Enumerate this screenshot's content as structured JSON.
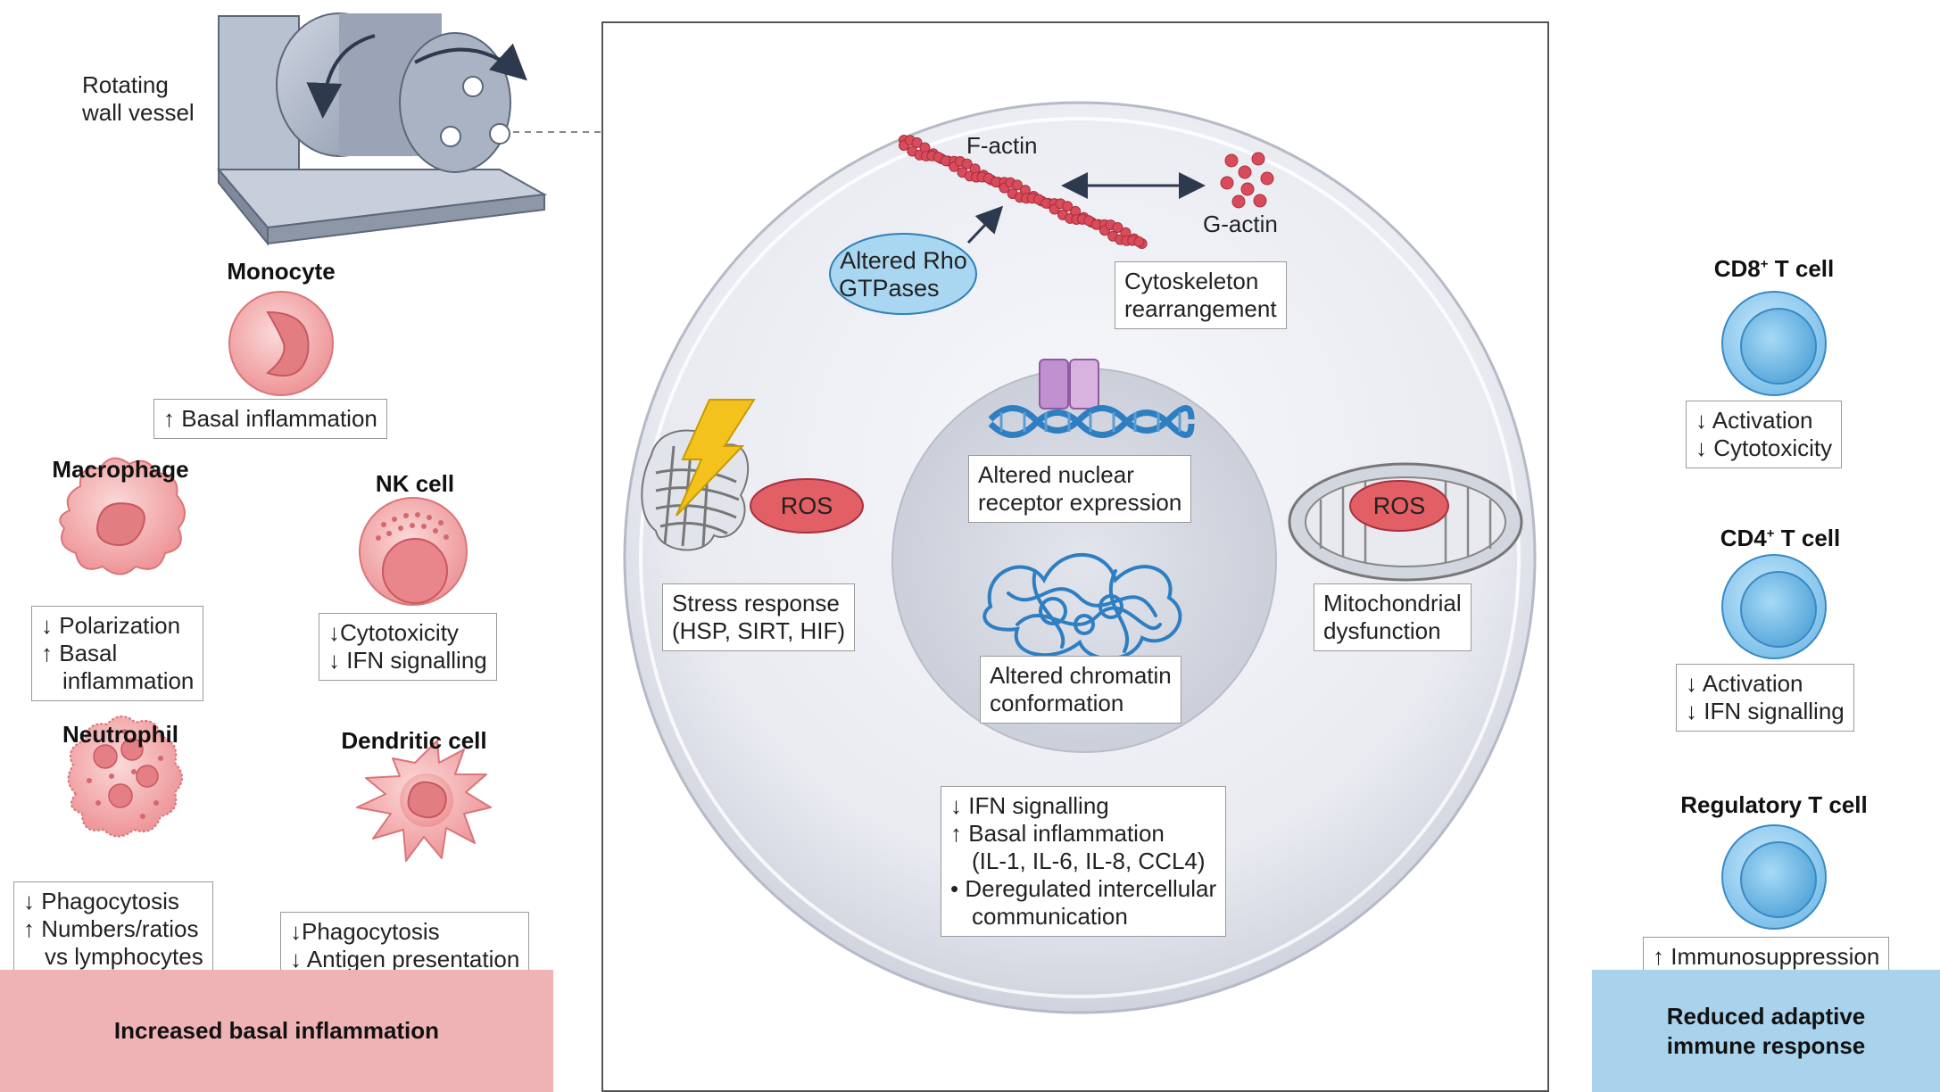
{
  "device": {
    "label_line1": "Rotating",
    "label_line2": "wall vessel"
  },
  "left_cells": {
    "monocyte": {
      "title": "Monocyte",
      "effects": [
        "↑ Basal inflammation"
      ]
    },
    "macrophage": {
      "title": "Macrophage",
      "effects": [
        "↓ Polarization",
        "↑ Basal",
        "inflammation"
      ]
    },
    "nk_cell": {
      "title": "NK cell",
      "effects": [
        "↓Cytotoxicity",
        "↓ IFN signalling"
      ]
    },
    "neutrophil": {
      "title": "Neutrophil",
      "effects": [
        "↓ Phagocytosis",
        "↑ Numbers/ratios",
        "vs lymphocytes"
      ]
    },
    "dendritic_cell": {
      "title": "Dendritic cell",
      "effects": [
        "↓Phagocytosis",
        "↓ Antigen presentation"
      ]
    }
  },
  "left_banner": "Increased basal inflammation",
  "center": {
    "f_actin": "F-actin",
    "g_actin": "G-actin",
    "rho_line1": "Altered Rho",
    "rho_line2": "GTPases",
    "cytoskeleton_line1": "Cytoskeleton",
    "cytoskeleton_line2": "rearrangement",
    "ros_left": "ROS",
    "ros_right": "ROS",
    "nuclear_line1": "Altered nuclear",
    "nuclear_line2": "receptor expression",
    "chromatin_line1": "Altered chromatin",
    "chromatin_line2": "conformation",
    "stress_line1": "Stress response",
    "stress_line2": "(HSP, SIRT, HIF)",
    "mito_line1": "Mitochondrial",
    "mito_line2": "dysfunction",
    "effects": [
      "↓ IFN signalling",
      "↑ Basal inflammation",
      "(IL-1, IL-6, IL-8, CCL4)",
      "• Deregulated intercellular",
      "communication"
    ]
  },
  "right_cells": {
    "cd8": {
      "title_prefix": "CD8",
      "sup": "+",
      "title_suffix": " T cell",
      "effects": [
        "↓ Activation",
        "↓ Cytotoxicity"
      ]
    },
    "cd4": {
      "title_prefix": "CD4",
      "sup": "+",
      "title_suffix": " T cell",
      "effects": [
        "↓ Activation",
        "↓ IFN signalling"
      ]
    },
    "treg": {
      "title": "Regulatory T cell",
      "effects": [
        "↑ Immunosuppression"
      ]
    }
  },
  "right_banner_line1": "Reduced adaptive",
  "right_banner_line2": "immune response",
  "colors": {
    "innate_cell": "#f2a3a6",
    "adaptive_cell": "#8ccbee",
    "left_banner": "#f0b3b5",
    "right_banner": "#a9d3ec",
    "ros": "#e35f66",
    "rho": "#a9d6f1",
    "actin": "#d94a5a",
    "dna": "#2e7ec2",
    "receptor": "#c79bd0"
  }
}
